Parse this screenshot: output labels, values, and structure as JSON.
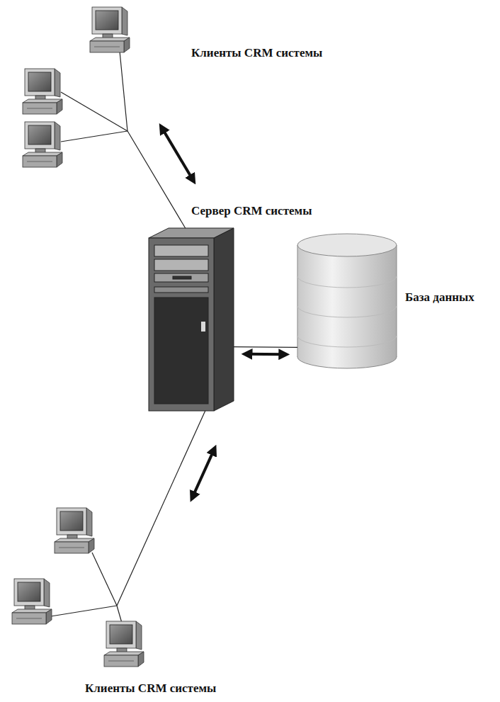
{
  "diagram": {
    "nodes": [
      {
        "text": [
          "Клиенты CRM системы"
        ]
      },
      {
        "text": [
          "Сервер CRM системы"
        ]
      },
      {
        "text": [
          "База данных"
        ]
      },
      {
        "text": [
          "Клиенты CRM системы"
        ]
      }
    ],
    "edges": [
      {
        "from": 0,
        "to": 1,
        "arrow": "both"
      },
      {
        "from": 1,
        "to": 2,
        "arrow": "both"
      },
      {
        "from": 1,
        "to": 3,
        "arrow": "both"
      }
    ]
  }
}
